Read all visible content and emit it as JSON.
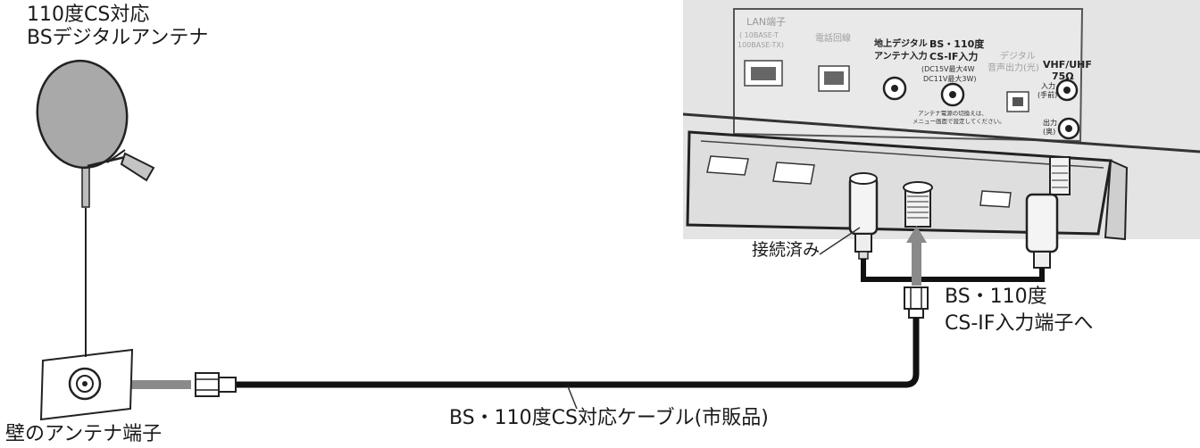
{
  "labels": {
    "antenna_line1": "110度CS対応",
    "antenna_line2": "BSデジタルアンテナ",
    "wall_terminal": "壁のアンテナ端子",
    "cable": "BS・110度CS対応ケーブル(市販品)",
    "connected": "接続済み",
    "target_line1": "BS・110度",
    "target_line2": "CS-IF入力端子へ"
  },
  "panel": {
    "lan_line1": "LAN端子",
    "lan_line2": "( 10BASE-T",
    "lan_line3": "100BASE-TX)",
    "phone": "電話回線",
    "terrestrial_line1": "地上デジタル",
    "terrestrial_line2": "アンテナ入力",
    "bs_line1": "BS・110度",
    "bs_line2": "CS-IF入力",
    "bs_line3": "(DC15V最大4W",
    "bs_line4": "DC11V最大3W)",
    "optical_line1": "デジタル",
    "optical_line2": "音声出力(光)",
    "vhf_line1": "VHF/UHF",
    "vhf_line2": "75Ω",
    "input_line1": "入力",
    "input_line2": "(手前)",
    "output_line1": "出力",
    "output_line2": "(奥)",
    "note_line1": "アンテナ電源の切換えは、",
    "note_line2": "メニュー画面で設定してください。"
  },
  "colors": {
    "panel_bg": "#e4e4e4",
    "cable": "#111111",
    "arrow": "#8a8a8a",
    "line": "#333333",
    "dish": "#a9a9a9"
  }
}
